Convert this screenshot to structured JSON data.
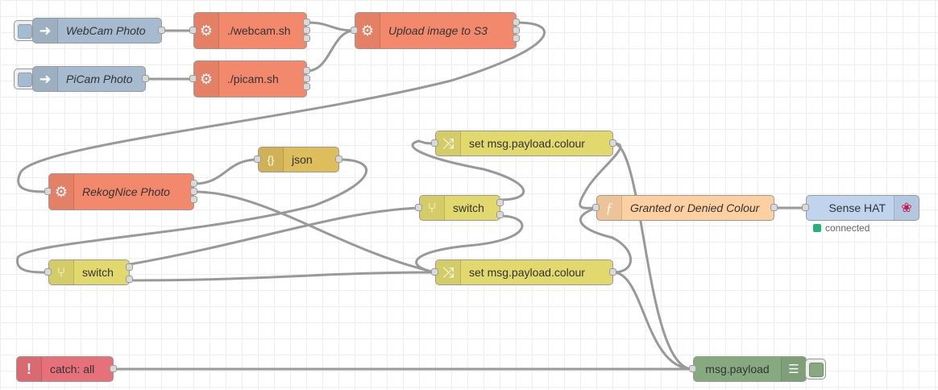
{
  "colors": {
    "inject": "#a6bbcf",
    "exec": "#f3896c",
    "json": "#debd5c",
    "switch": "#e2d96e",
    "change": "#e2d96e",
    "function": "#fdd0a2",
    "sensehat": "#c0d4ee",
    "catch": "#e7717a",
    "debug": "#87a980",
    "status_connected": "#27b27d"
  },
  "nodes": {
    "webcam_photo": {
      "label": "WebCam Photo",
      "icon": "arrow-right-icon"
    },
    "picam_photo": {
      "label": "PiCam Photo",
      "icon": "arrow-right-icon"
    },
    "webcam_sh": {
      "label": "./webcam.sh",
      "icon": "gear-icon"
    },
    "picam_sh": {
      "label": "./picam.sh",
      "icon": "gear-icon"
    },
    "upload_s3": {
      "label": "Upload image to S3",
      "icon": "gear-icon"
    },
    "rekognice": {
      "label": "RekogNice Photo",
      "icon": "gear-icon"
    },
    "json": {
      "label": "json",
      "icon": "braces-icon"
    },
    "switch_mid": {
      "label": "switch",
      "icon": "switch-icon"
    },
    "switch_left": {
      "label": "switch",
      "icon": "switch-icon"
    },
    "set_colour_top": {
      "label": "set msg.payload.colour",
      "icon": "shuffle-icon"
    },
    "set_colour_bottom": {
      "label": "set msg.payload.colour",
      "icon": "shuffle-icon"
    },
    "granted_denied": {
      "label": "Granted or Denied Colour",
      "icon": "function-icon"
    },
    "sense_hat": {
      "label": "Sense HAT",
      "icon": "raspberry-icon",
      "status": "connected"
    },
    "catch_all": {
      "label": "catch: all",
      "icon": "exclamation-icon"
    },
    "msg_payload": {
      "label": "msg.payload",
      "icon": "list-icon"
    }
  }
}
